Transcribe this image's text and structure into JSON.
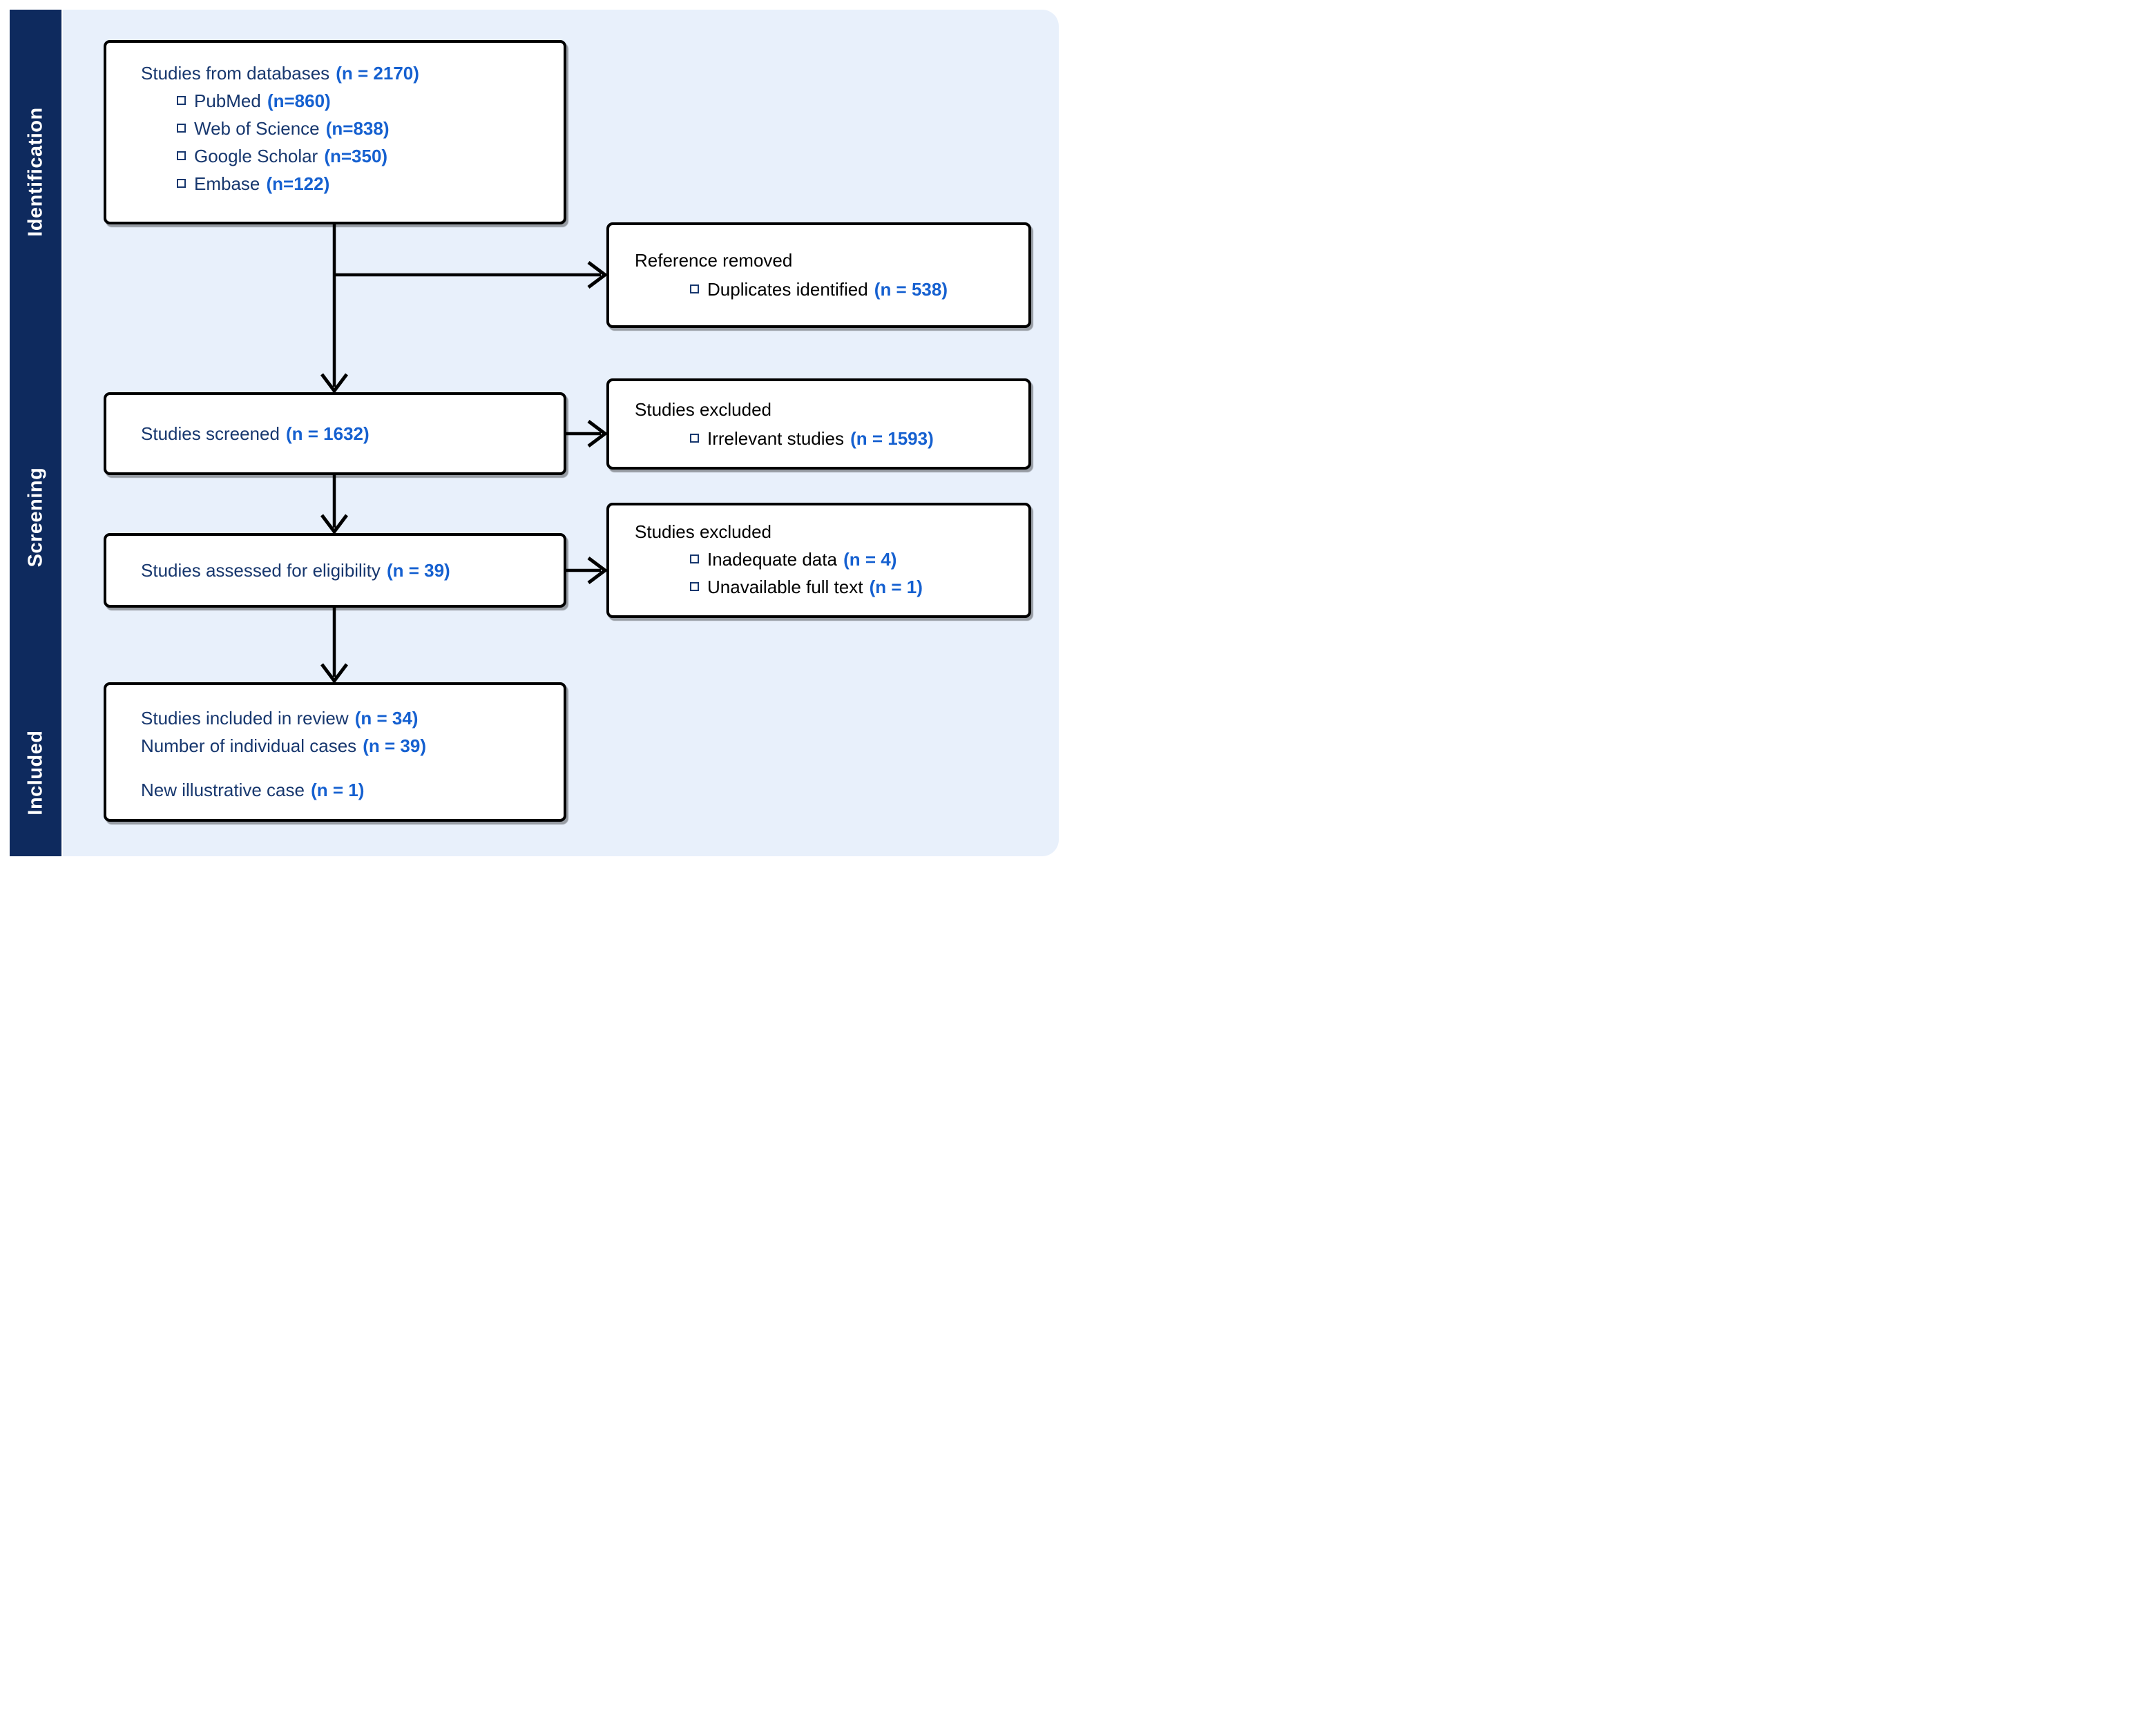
{
  "palette": {
    "panel_bg": "#E8F0FB",
    "sidebar_bg": "#0E2A5E",
    "box_bg": "#FFFFFF",
    "line_black": "#000000",
    "navy_text": "#17376E",
    "black_text": "#000000",
    "value_blue": "#1560D0"
  },
  "sidebar": {
    "labels": [
      "Identification",
      "Screening",
      "Included"
    ]
  },
  "flow": {
    "databases": {
      "title": "Studies from databases",
      "n": "(n = 2170)",
      "items": [
        {
          "label": "PubMed",
          "n": "(n=860)"
        },
        {
          "label": "Web of Science",
          "n": "(n=838)"
        },
        {
          "label": "Google Scholar",
          "n": "(n=350)"
        },
        {
          "label": "Embase",
          "n": "(n=122)"
        }
      ]
    },
    "reference_removed": {
      "title": "Reference removed",
      "items": [
        {
          "label": "Duplicates identified",
          "n": "(n = 538)"
        }
      ]
    },
    "screened": {
      "title": "Studies screened",
      "n": "(n = 1632)"
    },
    "excluded_screening": {
      "title": "Studies excluded",
      "items": [
        {
          "label": "Irrelevant studies",
          "n": "(n = 1593)"
        }
      ]
    },
    "eligibility": {
      "title": "Studies assessed for eligibility",
      "n": "(n = 39)"
    },
    "excluded_eligibility": {
      "title": "Studies excluded",
      "items": [
        {
          "label": "Inadequate data",
          "n": "(n = 4)"
        },
        {
          "label": "Unavailable full text",
          "n": "(n = 1)"
        }
      ]
    },
    "included": {
      "lines": [
        {
          "label": "Studies included in review",
          "n": "(n = 34)"
        },
        {
          "label": "Number of individual cases",
          "n": "(n = 39)"
        },
        {
          "label": "New illustrative case",
          "n": "(n = 1)"
        }
      ]
    }
  }
}
